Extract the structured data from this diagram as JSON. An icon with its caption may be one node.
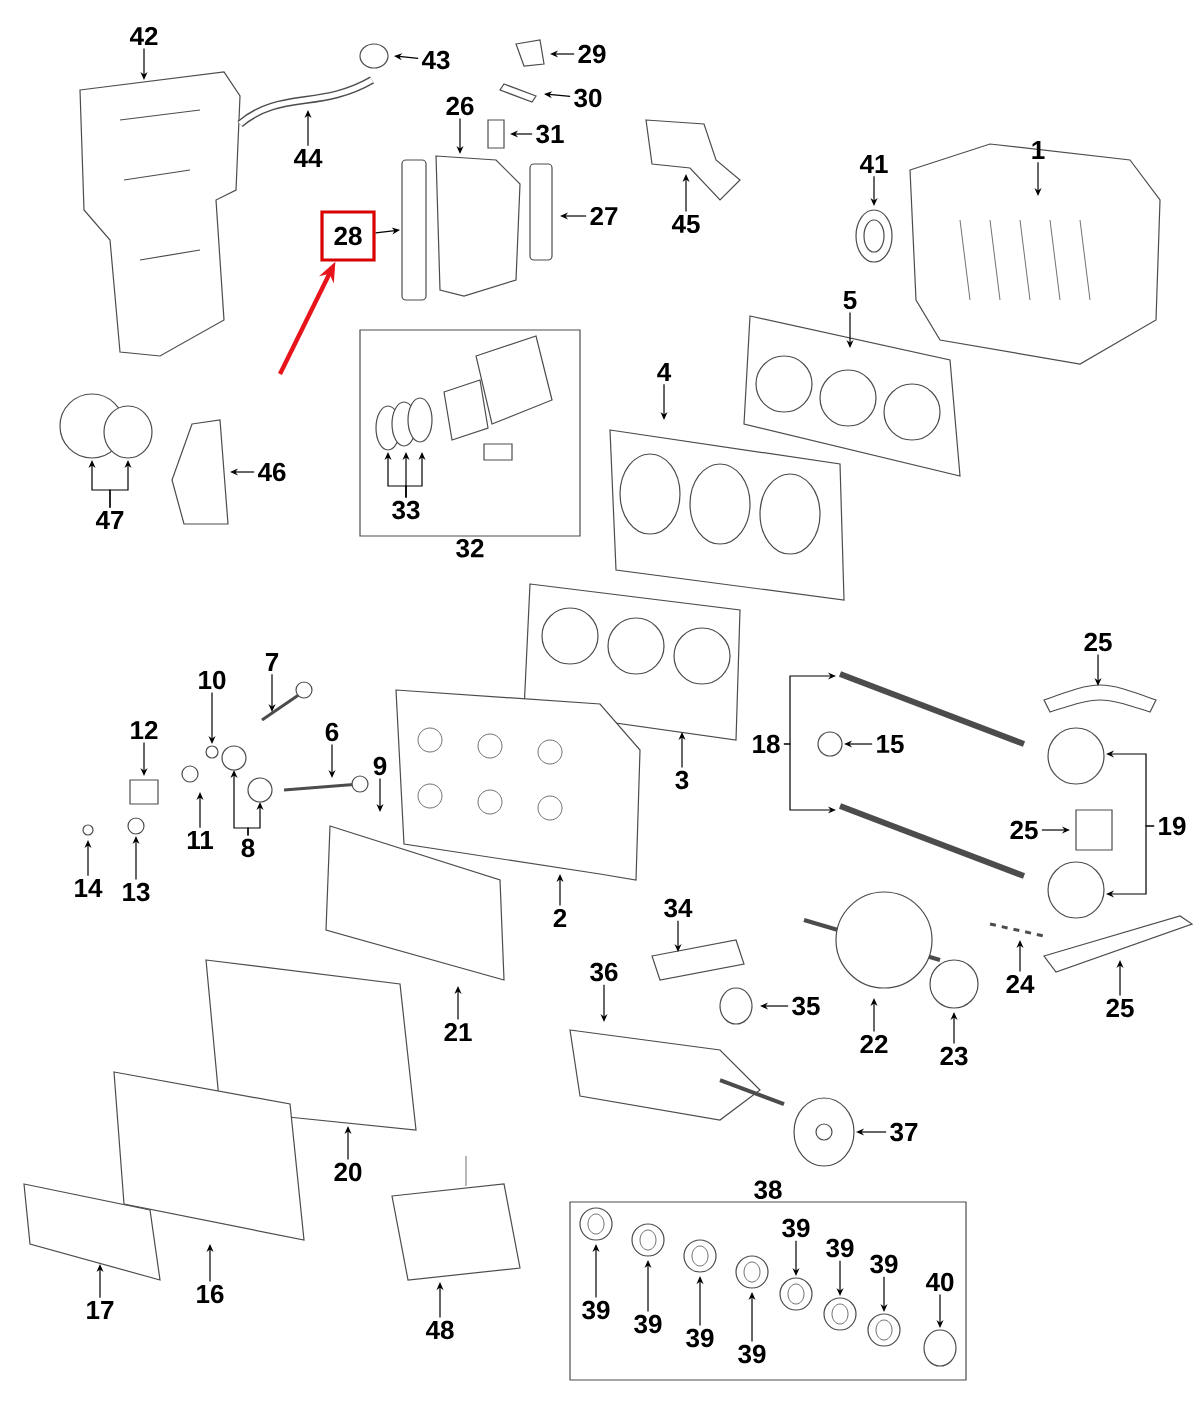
{
  "diagram": {
    "nodes": [
      {
        "text": [
          "42"
        ]
      },
      {
        "text": [
          "29"
        ]
      },
      {
        "text": [
          "43"
        ]
      },
      {
        "text": [
          "30"
        ]
      },
      {
        "text": [
          "26"
        ]
      },
      {
        "text": [
          "31"
        ]
      },
      {
        "text": [
          "44"
        ]
      },
      {
        "text": [
          "1"
        ]
      },
      {
        "text": [
          "41"
        ]
      },
      {
        "text": [
          "27"
        ]
      },
      {
        "text": [
          "45"
        ]
      },
      {
        "text": [
          "28"
        ]
      },
      {
        "text": [
          "5"
        ]
      },
      {
        "text": [
          "32"
        ]
      },
      {
        "text": [
          "33"
        ],
        "in": 13
      },
      {
        "text": [
          "4"
        ]
      },
      {
        "text": [
          "46"
        ]
      },
      {
        "text": [
          "47"
        ]
      },
      {
        "text": [
          "25"
        ]
      },
      {
        "text": [
          "7"
        ]
      },
      {
        "text": [
          "10"
        ]
      },
      {
        "text": [
          "12"
        ]
      },
      {
        "text": [
          "6"
        ]
      },
      {
        "text": [
          "18"
        ]
      },
      {
        "text": [
          "15"
        ]
      },
      {
        "text": [
          "9"
        ]
      },
      {
        "text": [
          "3"
        ]
      },
      {
        "text": [
          "19"
        ]
      },
      {
        "text": [
          "25"
        ]
      },
      {
        "text": [
          "11"
        ]
      },
      {
        "text": [
          "8"
        ]
      },
      {
        "text": [
          "14"
        ]
      },
      {
        "text": [
          "13"
        ]
      },
      {
        "text": [
          "34"
        ]
      },
      {
        "text": [
          "2"
        ]
      },
      {
        "text": [
          "36"
        ]
      },
      {
        "text": [
          "35"
        ]
      },
      {
        "text": [
          "24"
        ]
      },
      {
        "text": [
          "25"
        ]
      },
      {
        "text": [
          "21"
        ]
      },
      {
        "text": [
          "22"
        ]
      },
      {
        "text": [
          "23"
        ]
      },
      {
        "text": [
          "37"
        ]
      },
      {
        "text": [
          "38"
        ]
      },
      {
        "text": [
          "39"
        ],
        "in": 43
      },
      {
        "text": [
          "39"
        ],
        "in": 43
      },
      {
        "text": [
          "39"
        ],
        "in": 43
      },
      {
        "text": [
          "39"
        ],
        "in": 43
      },
      {
        "text": [
          "39"
        ],
        "in": 43
      },
      {
        "text": [
          "39"
        ],
        "in": 43
      },
      {
        "text": [
          "39"
        ],
        "in": 43
      },
      {
        "text": [
          "40"
        ],
        "in": 43
      },
      {
        "text": [
          "20"
        ]
      },
      {
        "text": [
          "16"
        ]
      },
      {
        "text": [
          "17"
        ]
      },
      {
        "text": [
          "48"
        ]
      }
    ],
    "edges": [
      {
        "from": 0,
        "to": null,
        "arrow": "to"
      },
      {
        "from": 1,
        "to": null,
        "arrow": "to"
      },
      {
        "from": 2,
        "to": null,
        "arrow": "to"
      },
      {
        "from": 3,
        "to": null,
        "arrow": "to"
      },
      {
        "from": 4,
        "to": null,
        "arrow": "to"
      },
      {
        "from": 5,
        "to": null,
        "arrow": "to"
      },
      {
        "from": 6,
        "to": null,
        "arrow": "to"
      },
      {
        "from": 7,
        "to": null,
        "arrow": "to"
      },
      {
        "from": 8,
        "to": null,
        "arrow": "to"
      },
      {
        "from": 9,
        "to": null,
        "arrow": "to"
      },
      {
        "from": 10,
        "to": null,
        "arrow": "to"
      },
      {
        "from": 11,
        "to": null,
        "arrow": "to"
      },
      {
        "from": null,
        "to": 11,
        "arrow": "to",
        "style": "thick",
        "color": "#e8141c"
      },
      {
        "from": 12,
        "to": null,
        "arrow": "to"
      },
      {
        "from": 14,
        "to": null,
        "arrow": "to"
      },
      {
        "from": 14,
        "to": null,
        "arrow": "to"
      },
      {
        "from": 14,
        "to": null,
        "arrow": "to"
      },
      {
        "from": 15,
        "to": null,
        "arrow": "to"
      },
      {
        "from": 16,
        "to": null,
        "arrow": "to"
      },
      {
        "from": 17,
        "to": null,
        "arrow": "to"
      },
      {
        "from": 17,
        "to": null,
        "arrow": "to"
      },
      {
        "from": 18,
        "to": null,
        "arrow": "to"
      },
      {
        "from": 19,
        "to": null,
        "arrow": "to"
      },
      {
        "from": 20,
        "to": null,
        "arrow": "to"
      },
      {
        "from": 21,
        "to": null,
        "arrow": "to"
      },
      {
        "from": 22,
        "to": null,
        "arrow": "to"
      },
      {
        "from": 23,
        "to": null,
        "arrow": "to"
      },
      {
        "from": 23,
        "to": null,
        "arrow": "to"
      },
      {
        "from": 24,
        "to": null,
        "arrow": "to"
      },
      {
        "from": 25,
        "to": null,
        "arrow": "to"
      },
      {
        "from": 26,
        "to": null,
        "arrow": "to"
      },
      {
        "from": 27,
        "to": null,
        "arrow": "to"
      },
      {
        "from": 27,
        "to": null,
        "arrow": "to"
      },
      {
        "from": 28,
        "to": null,
        "arrow": "to"
      },
      {
        "from": 29,
        "to": null,
        "arrow": "to"
      },
      {
        "from": 30,
        "to": null,
        "arrow": "to"
      },
      {
        "from": 30,
        "to": null,
        "arrow": "to"
      },
      {
        "from": 31,
        "to": null,
        "arrow": "to"
      },
      {
        "from": 32,
        "to": null,
        "arrow": "to"
      },
      {
        "from": 33,
        "to": null,
        "arrow": "to"
      },
      {
        "from": 34,
        "to": null,
        "arrow": "to"
      },
      {
        "from": 35,
        "to": null,
        "arrow": "to"
      },
      {
        "from": 36,
        "to": null,
        "arrow": "to"
      },
      {
        "from": 37,
        "to": null,
        "arrow": "to"
      },
      {
        "from": 38,
        "to": null,
        "arrow": "to"
      },
      {
        "from": 39,
        "to": null,
        "arrow": "to"
      },
      {
        "from": 40,
        "to": null,
        "arrow": "to"
      },
      {
        "from": 41,
        "to": null,
        "arrow": "to"
      },
      {
        "from": 42,
        "to": null,
        "arrow": "to"
      },
      {
        "from": 44,
        "to": null,
        "arrow": "to"
      },
      {
        "from": 45,
        "to": null,
        "arrow": "to"
      },
      {
        "from": 46,
        "to": null,
        "arrow": "to"
      },
      {
        "from": 47,
        "to": null,
        "arrow": "to"
      },
      {
        "from": 48,
        "to": null,
        "arrow": "to"
      },
      {
        "from": 49,
        "to": null,
        "arrow": "to"
      },
      {
        "from": 50,
        "to": null,
        "arrow": "to"
      },
      {
        "from": 51,
        "to": null,
        "arrow": "to"
      },
      {
        "from": 52,
        "to": null,
        "arrow": "to"
      },
      {
        "from": 53,
        "to": null,
        "arrow": "to"
      },
      {
        "from": 54,
        "to": null,
        "arrow": "to"
      },
      {
        "from": 55,
        "to": null,
        "arrow": "to"
      }
    ]
  }
}
